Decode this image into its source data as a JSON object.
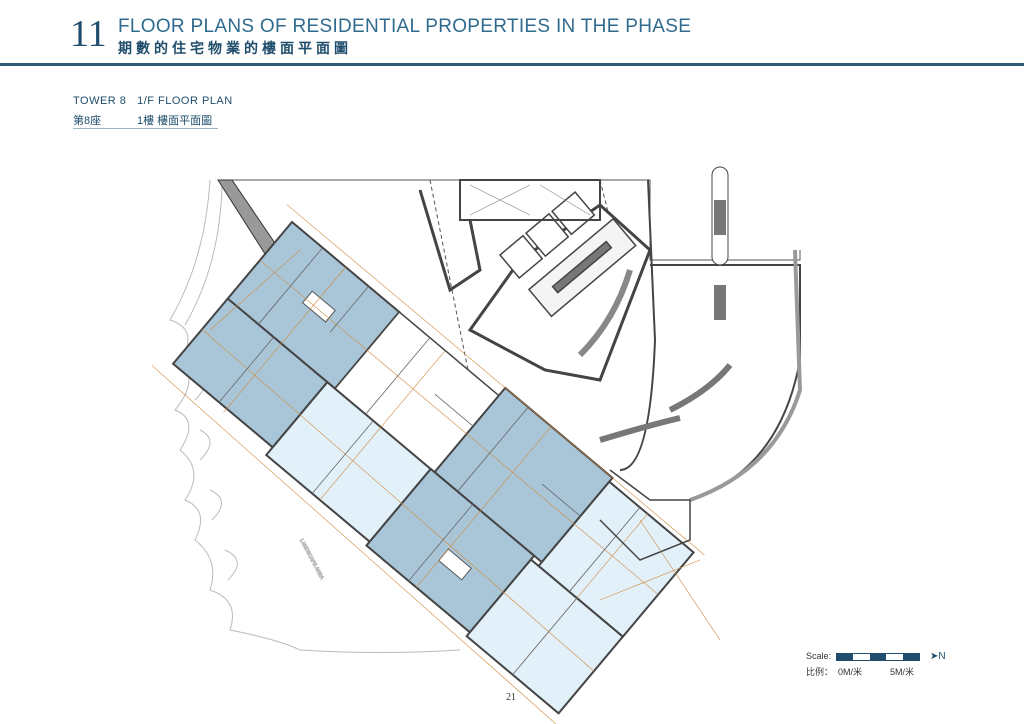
{
  "header": {
    "section_number": "11",
    "title_en": "FLOOR PLANS OF RESIDENTIAL PROPERTIES IN THE PHASE",
    "title_cn": "期數的住宅物業的樓面平面圖"
  },
  "plan": {
    "title_en": "TOWER 8   1/F FLOOR PLAN",
    "title_cn_tower": "第8座",
    "title_cn_floor": "1樓 樓面平面圖",
    "landscape_label": "LANDSCAPE AREA"
  },
  "scale": {
    "label_en": "Scale:",
    "label_cn": "比例：",
    "start": "0M/米",
    "end": "5M/米",
    "north": "N"
  },
  "colors": {
    "accent": "#1f4d6b",
    "unit_dark": "#a9c6d8",
    "unit_light": "#e2f0f9",
    "dimension": "#d08a3c"
  },
  "footer": {
    "page_number": "21"
  }
}
